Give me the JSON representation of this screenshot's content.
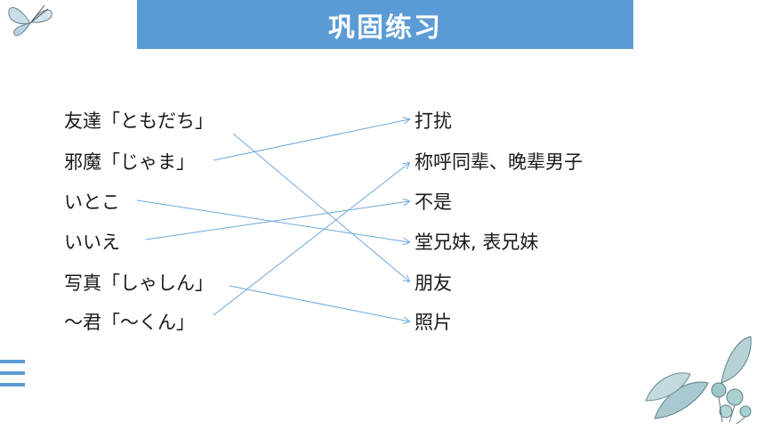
{
  "title": "巩固练习",
  "left_items": [
    "友達「ともだち」",
    "邪魔「じゃま」",
    "いとこ",
    "いいえ",
    "写真「しゃしん」",
    "～君「～くん」"
  ],
  "right_items": [
    "打扰",
    "称呼同辈、晚辈男子",
    "不是",
    "堂兄妹, 表兄妹",
    "朋友",
    "照片"
  ],
  "colors": {
    "title_bg": "#5b9bd5",
    "line": "#6fa8dc",
    "accent": "#5b9bd5"
  },
  "icons": [
    "butterfly-icon",
    "menu-icon",
    "leaves-decoration"
  ]
}
